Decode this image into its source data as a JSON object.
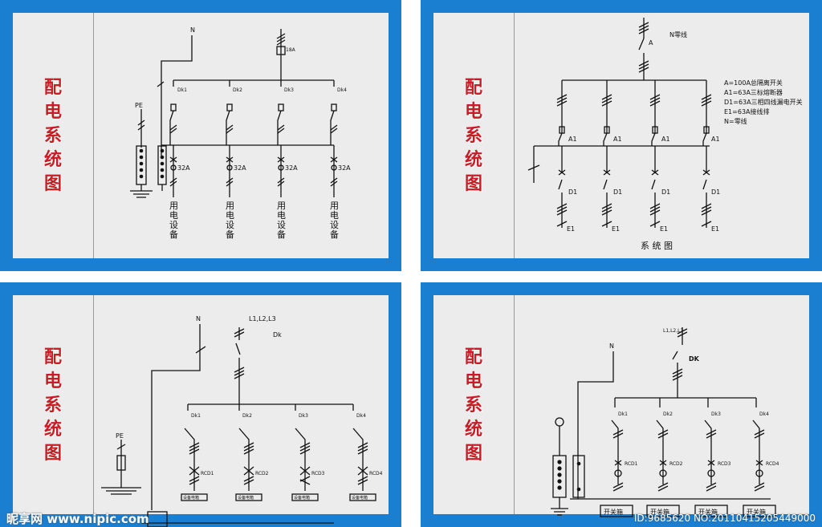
{
  "panel_title_chars": [
    "配",
    "电",
    "系",
    "统",
    "图"
  ],
  "panel1": {
    "neutral": "N",
    "pe": "PE",
    "main_fuse": "18A",
    "branches": [
      "Dk1",
      "Dk2",
      "Dk3",
      "Dk4"
    ],
    "branch_fuse": "32A",
    "load_chars": [
      "用",
      "电",
      "设",
      "备"
    ]
  },
  "panel2": {
    "main_switch": "A",
    "neutral_label": "N零线",
    "breaker": "A1",
    "rcd": "D1",
    "terminal": "E1",
    "legend": [
      "A=100A总隔离开关",
      "A1=63A三标熔断器",
      "D1=63A三相四线漏电开关",
      "E1=63A接线排",
      "N=零线"
    ],
    "caption": "系 统 图"
  },
  "panel3": {
    "neutral": "N",
    "phases": "L1,L2,L3",
    "main_switch": "Dk",
    "pe": "PE",
    "branches": [
      "Dk1",
      "Dk2",
      "Dk3",
      "Dk4"
    ],
    "rcds": [
      "RCD1",
      "RCD2",
      "RCD3",
      "RCD4"
    ],
    "load_box": "设备电箱"
  },
  "panel4": {
    "neutral": "N",
    "phases": "L1,L2,L3",
    "main_switch": "DK",
    "branches": [
      "Dk1",
      "Dk2",
      "Dk3",
      "Dk4"
    ],
    "rcds": [
      "RCD1",
      "RCD2",
      "RCD3",
      "RCD4"
    ],
    "box_label": "开关箱"
  },
  "watermark": {
    "site": "昵享网 www.nipic.com",
    "id_text": "ID:9685620 NO:20110415205449000"
  },
  "colors": {
    "frame": "#1a7fd1",
    "panel_bg": "#ececec",
    "title": "#c81d25",
    "line": "#111111"
  }
}
